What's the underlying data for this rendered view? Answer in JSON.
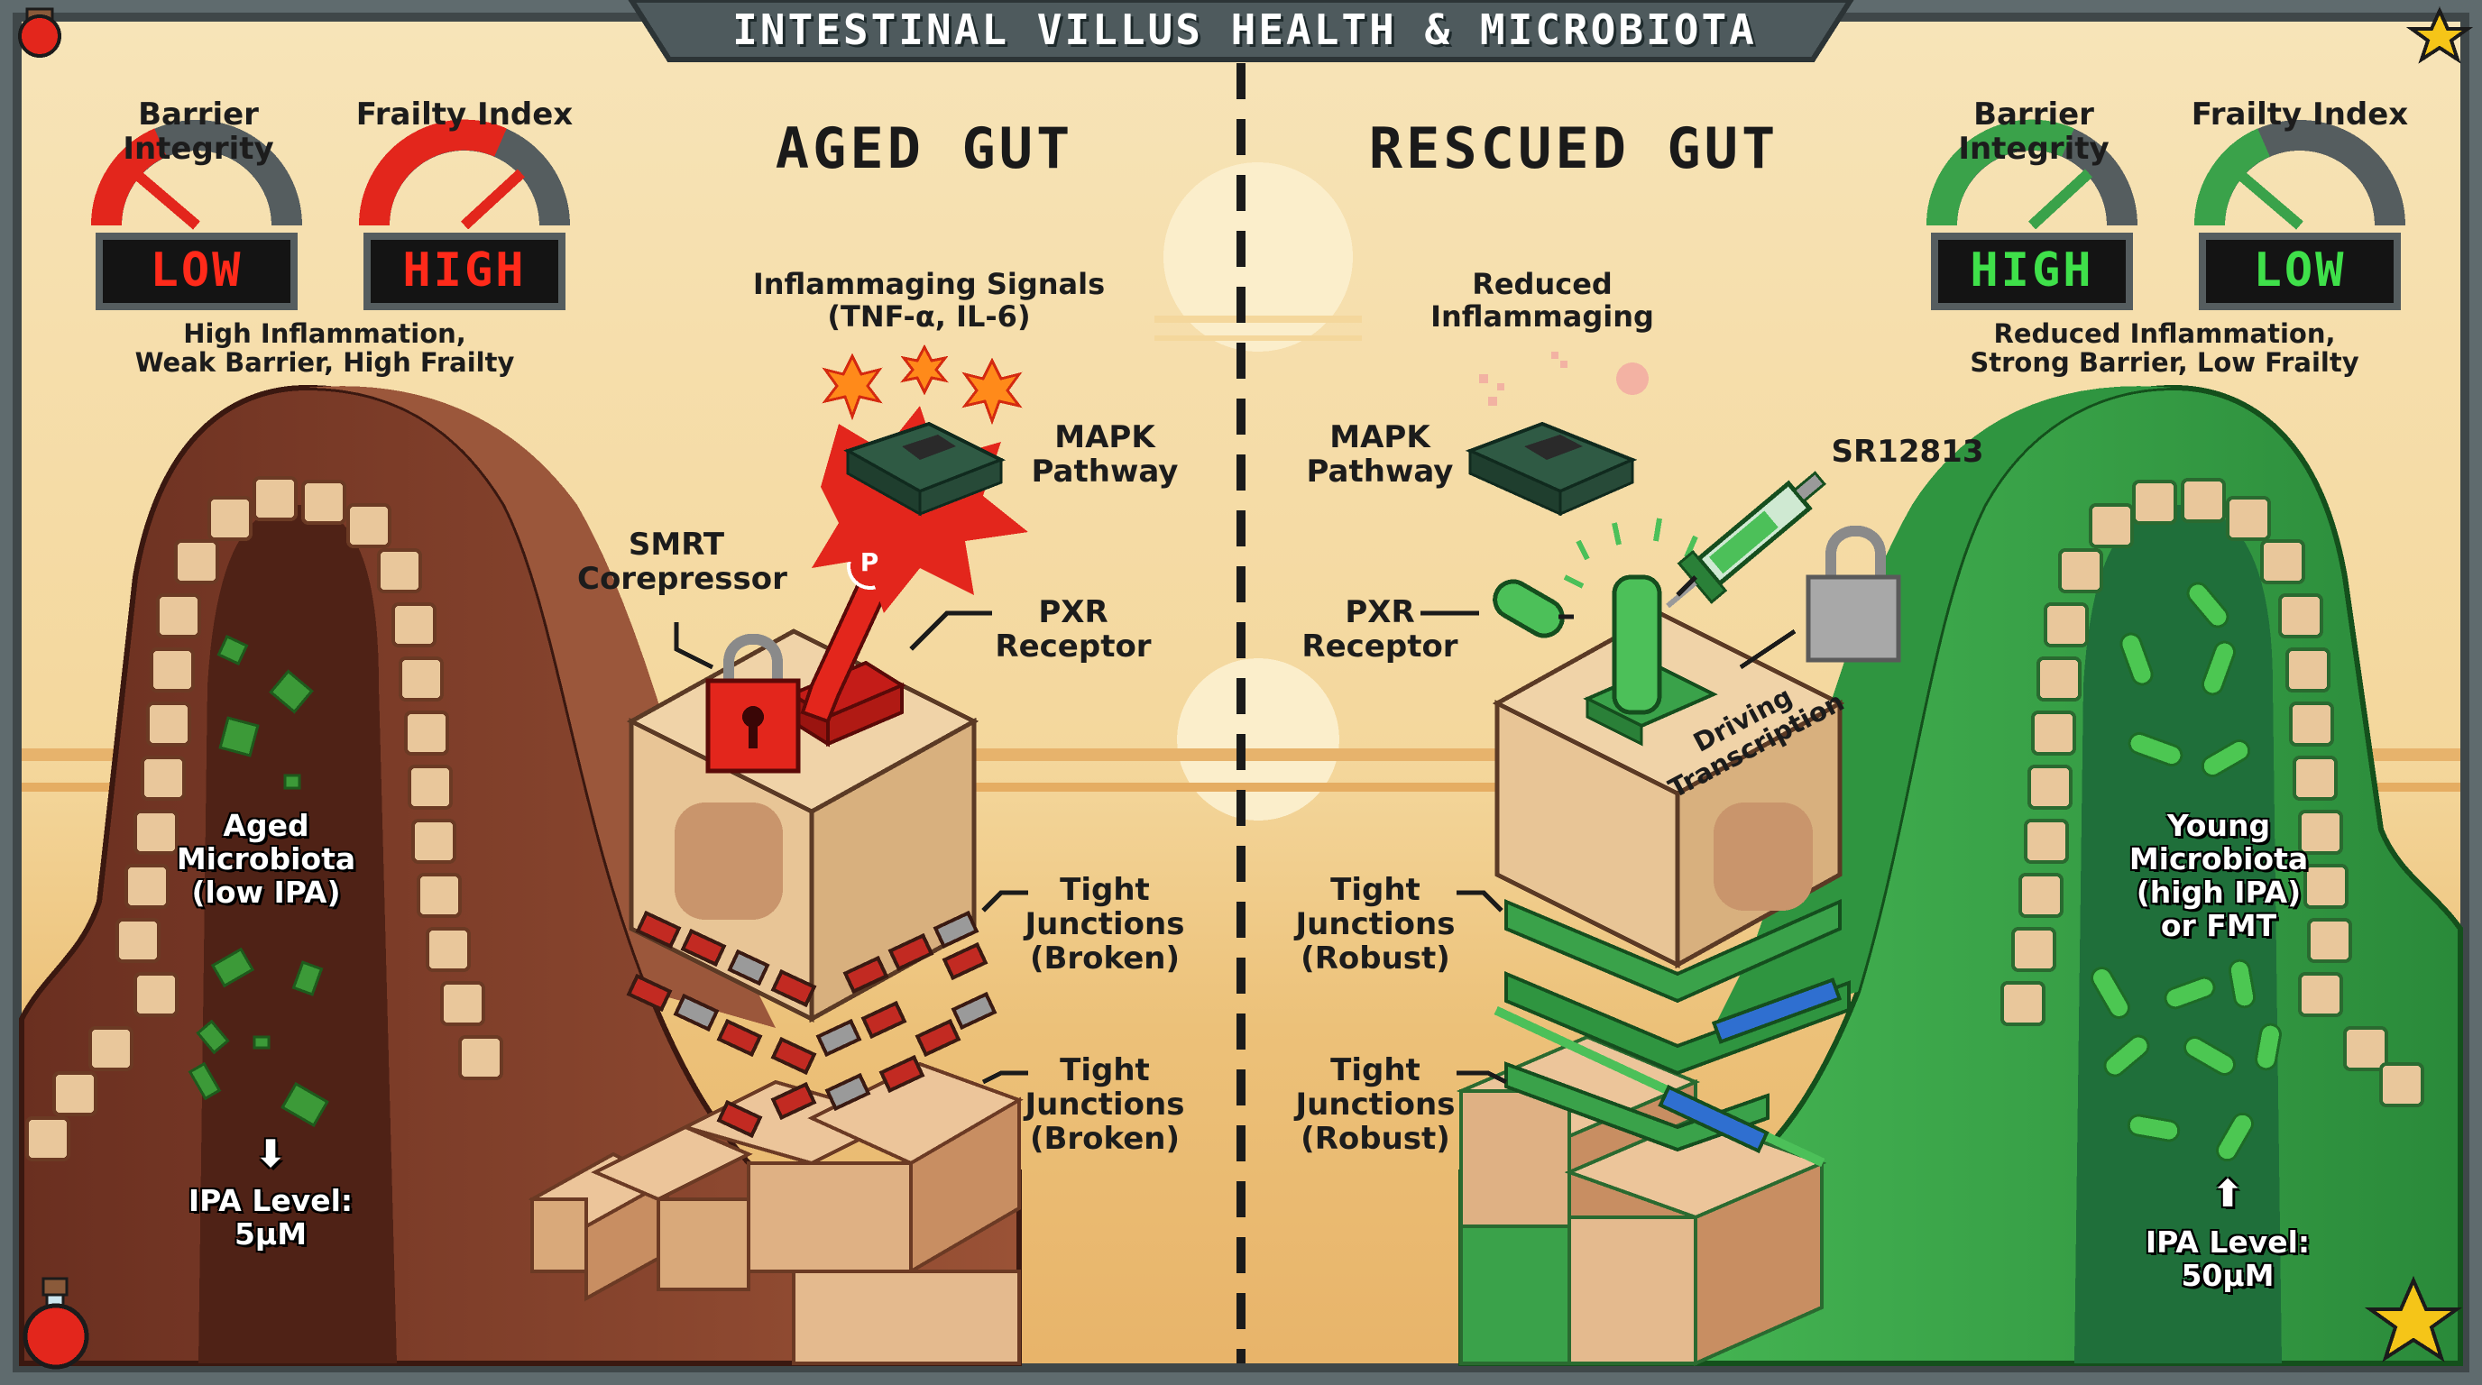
{
  "title": "INTESTINAL VILLUS HEALTH & MICROBIOTA",
  "aged": {
    "heading": "AGED GUT",
    "gauge_barrier": {
      "label": "Barrier Integrity",
      "value": "LOW"
    },
    "gauge_frailty": {
      "label": "Frailty Index",
      "value": "HIGH"
    },
    "summary_line1": "High Inflammation,",
    "summary_line2": "Weak Barrier, High Frailty",
    "signals_line1": "Inflammaging Signals",
    "signals_line2": "(TNF-α, IL-6)",
    "mapk_line1": "MAPK",
    "mapk_line2": "Pathway",
    "smrt_line1": "SMRT",
    "smrt_line2": "Corepressor",
    "pxr_line1": "PXR",
    "pxr_line2": "Receptor",
    "tj1_line1": "Tight",
    "tj1_line2": "Junctions",
    "tj1_line3": "(Broken)",
    "tj2_line1": "Tight",
    "tj2_line2": "Junctions",
    "tj2_line3": "(Broken)",
    "micro_line1": "Aged",
    "micro_line2": "Microbiota",
    "micro_line3": "(low IPA)",
    "ipa_arrow": "⬇",
    "ipa_line1": "IPA Level:",
    "ipa_line2": "5μM",
    "lever_badge": "P"
  },
  "rescued": {
    "heading": "RESCUED GUT",
    "gauge_barrier": {
      "label": "Barrier Integrity",
      "value": "HIGH"
    },
    "gauge_frailty": {
      "label": "Frailty Index",
      "value": "LOW"
    },
    "summary_line1": "Reduced Inflammation,",
    "summary_line2": "Strong Barrier, Low Frailty",
    "signals_line1": "Reduced",
    "signals_line2": "Inflammaging",
    "mapk_line1": "MAPK",
    "mapk_line2": "Pathway",
    "drug": "SR12813",
    "pxr_line1": "PXR",
    "pxr_line2": "Receptor",
    "driving_line1": "Driving",
    "driving_line2": "Transcription",
    "tj1_line1": "Tight",
    "tj1_line2": "Junctions",
    "tj1_line3": "(Robust)",
    "tj2_line1": "Tight",
    "tj2_line2": "Junctions",
    "tj2_line3": "(Robust)",
    "micro_line1": "Young",
    "micro_line2": "Microbiota",
    "micro_line3": "(high IPA)",
    "micro_line4": "or FMT",
    "ipa_arrow": "⬆",
    "ipa_line1": "IPA Level:",
    "ipa_line2": "50μM"
  },
  "gauges": [
    {
      "side": "aged",
      "metric": "barrier",
      "level": 0.15
    },
    {
      "side": "aged",
      "metric": "frailty",
      "level": 0.85
    },
    {
      "side": "rescued",
      "metric": "barrier",
      "level": 0.85
    },
    {
      "side": "rescued",
      "metric": "frailty",
      "level": 0.15
    }
  ],
  "colors": {
    "frame": "#5f6b6e",
    "panel": "#f6dfae",
    "aged_tissue": "#7a3a28",
    "rescued_tissue": "#3aa24a",
    "alert_red": "#e3261c",
    "lcd_green": "#3fe04a"
  },
  "icons": [
    "potion-icon",
    "star-icon",
    "lock-icon",
    "syringe-icon",
    "chip-icon",
    "burst-icon"
  ]
}
